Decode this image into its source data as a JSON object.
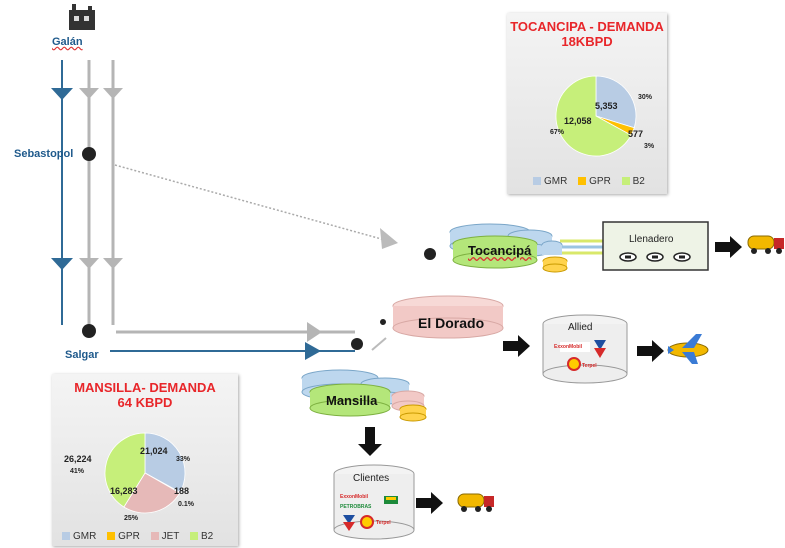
{
  "nodes": {
    "galan": "Galán",
    "sebastopol": "Sebastopol",
    "salgar": "Salgar"
  },
  "tocancipa_panel": {
    "title_line1": "TOCANCIPA - DEMANDA",
    "title_line2": "18KBPD",
    "labels": {
      "gmr_value": "5,353",
      "gpr_value": "577",
      "b2_value": "12,058",
      "gmr_pct": "30%",
      "gpr_pct": "3%",
      "b2_pct": "67%"
    },
    "legend": [
      "GMR",
      "GPR",
      "B2"
    ]
  },
  "mansilla_panel": {
    "title_line1": "MANSILLA- DEMANDA",
    "title_line2": "64 KBPD",
    "labels": {
      "gmr_value": "21,024",
      "gmr_pct": "33%",
      "gpr_value": "188",
      "gpr_pct": "0.1%",
      "jet_value": "16,283",
      "jet_pct": "25%",
      "b2_value": "26,224",
      "b2_pct": "41%"
    },
    "legend": [
      "GMR",
      "GPR",
      "JET",
      "B2"
    ]
  },
  "facilities": {
    "tocancipa": "Tocancipá",
    "llenadero": "Llenadero",
    "el_dorado": "El Dorado",
    "allied": "Allied",
    "mansilla": "Mansilla",
    "clientes": "Clientes"
  },
  "logos": {
    "exxonmobil": "ExxonMobil",
    "terpel": "Terpel",
    "petrobras": "PETROBRAS"
  },
  "colors": {
    "pipeline_blue": "#2f6a96",
    "pipeline_gray": "#b5b5b5",
    "title_red": "#e8262a",
    "gmr": "#b8cce4",
    "gpr": "#ffc000",
    "jet": "#e6b9b8",
    "b2": "#c6ef7a",
    "tank_blue": "#bdd7ee",
    "tank_green": "#b4e67a",
    "tank_pink": "#f2c9c6"
  },
  "chart_data": [
    {
      "type": "pie",
      "title": "TOCANCIPA - DEMANDA 18KBPD",
      "categories": [
        "GMR",
        "GPR",
        "B2"
      ],
      "values": [
        5353,
        577,
        12058
      ],
      "percent_labels": [
        "30%",
        "3%",
        "67%"
      ],
      "legend_position": "bottom"
    },
    {
      "type": "pie",
      "title": "MANSILLA- DEMANDA 64 KBPD",
      "categories": [
        "GMR",
        "GPR",
        "JET",
        "B2"
      ],
      "values": [
        21024,
        188,
        16283,
        26224
      ],
      "percent_labels": [
        "33%",
        "0.1%",
        "25%",
        "41%"
      ],
      "legend_position": "bottom"
    }
  ]
}
